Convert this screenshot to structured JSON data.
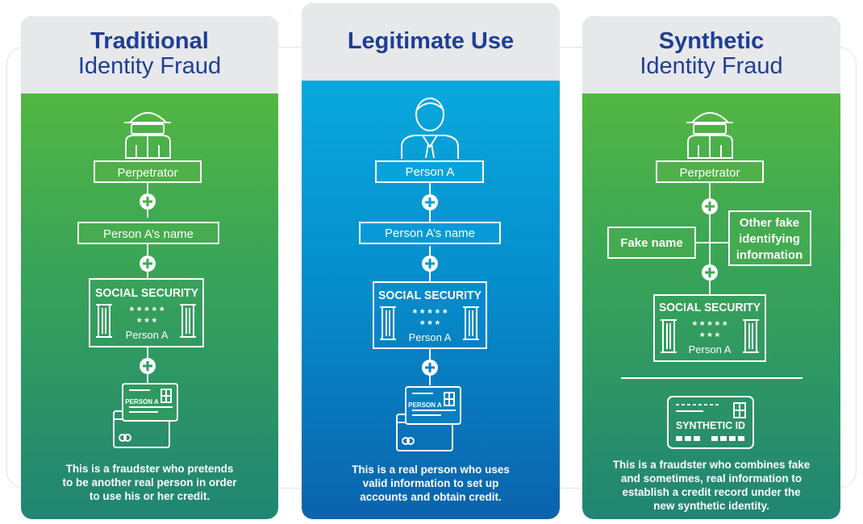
{
  "traditional": {
    "title_bold": "Traditional",
    "title_rest": "Identity Fraud",
    "perpetrator": "Perpetrator",
    "name": "Person A’s name",
    "ss_title": "SOCIAL SECURITY",
    "ss_stars1": "* * * * *",
    "ss_stars2": "* * *",
    "ss_person": "Person A",
    "card_label": "PERSON A",
    "caption_lines": [
      "This is a fraudster who pretends",
      "to be another real person in order",
      "to use his or her credit."
    ]
  },
  "legitimate": {
    "title": "Legitimate Use",
    "person": "Person A",
    "name": "Person A’s name",
    "ss_title": "SOCIAL SECURITY",
    "ss_stars1": "* * * * *",
    "ss_stars2": "* * *",
    "ss_person": "Person A",
    "card_label": "PERSON A",
    "caption_lines": [
      "This is a real person who uses",
      "valid information to set up",
      "accounts and obtain credit."
    ]
  },
  "synthetic": {
    "title_bold": "Synthetic",
    "title_rest": "Identity Fraud",
    "perpetrator": "Perpetrator",
    "fake_name": "Fake name",
    "other_lines": [
      "Other fake",
      "identifying",
      "information"
    ],
    "ss_title": "SOCIAL SECURITY",
    "ss_stars1": "* * * * *",
    "ss_stars2": "* * *",
    "ss_person": "Person A",
    "id_label": "SYNTHETIC ID",
    "caption_lines": [
      "This is a fraudster who combines fake",
      "and sometimes, real information to",
      "establish a credit record under the",
      "new synthetic identity."
    ]
  },
  "colors": {
    "green_top": "#5fbf39",
    "green_bottom": "#208573",
    "blue_top": "#09b3e4",
    "blue_bottom": "#0b63ad",
    "title": "#1f3f94",
    "header_bg": "#e7e8ea"
  }
}
